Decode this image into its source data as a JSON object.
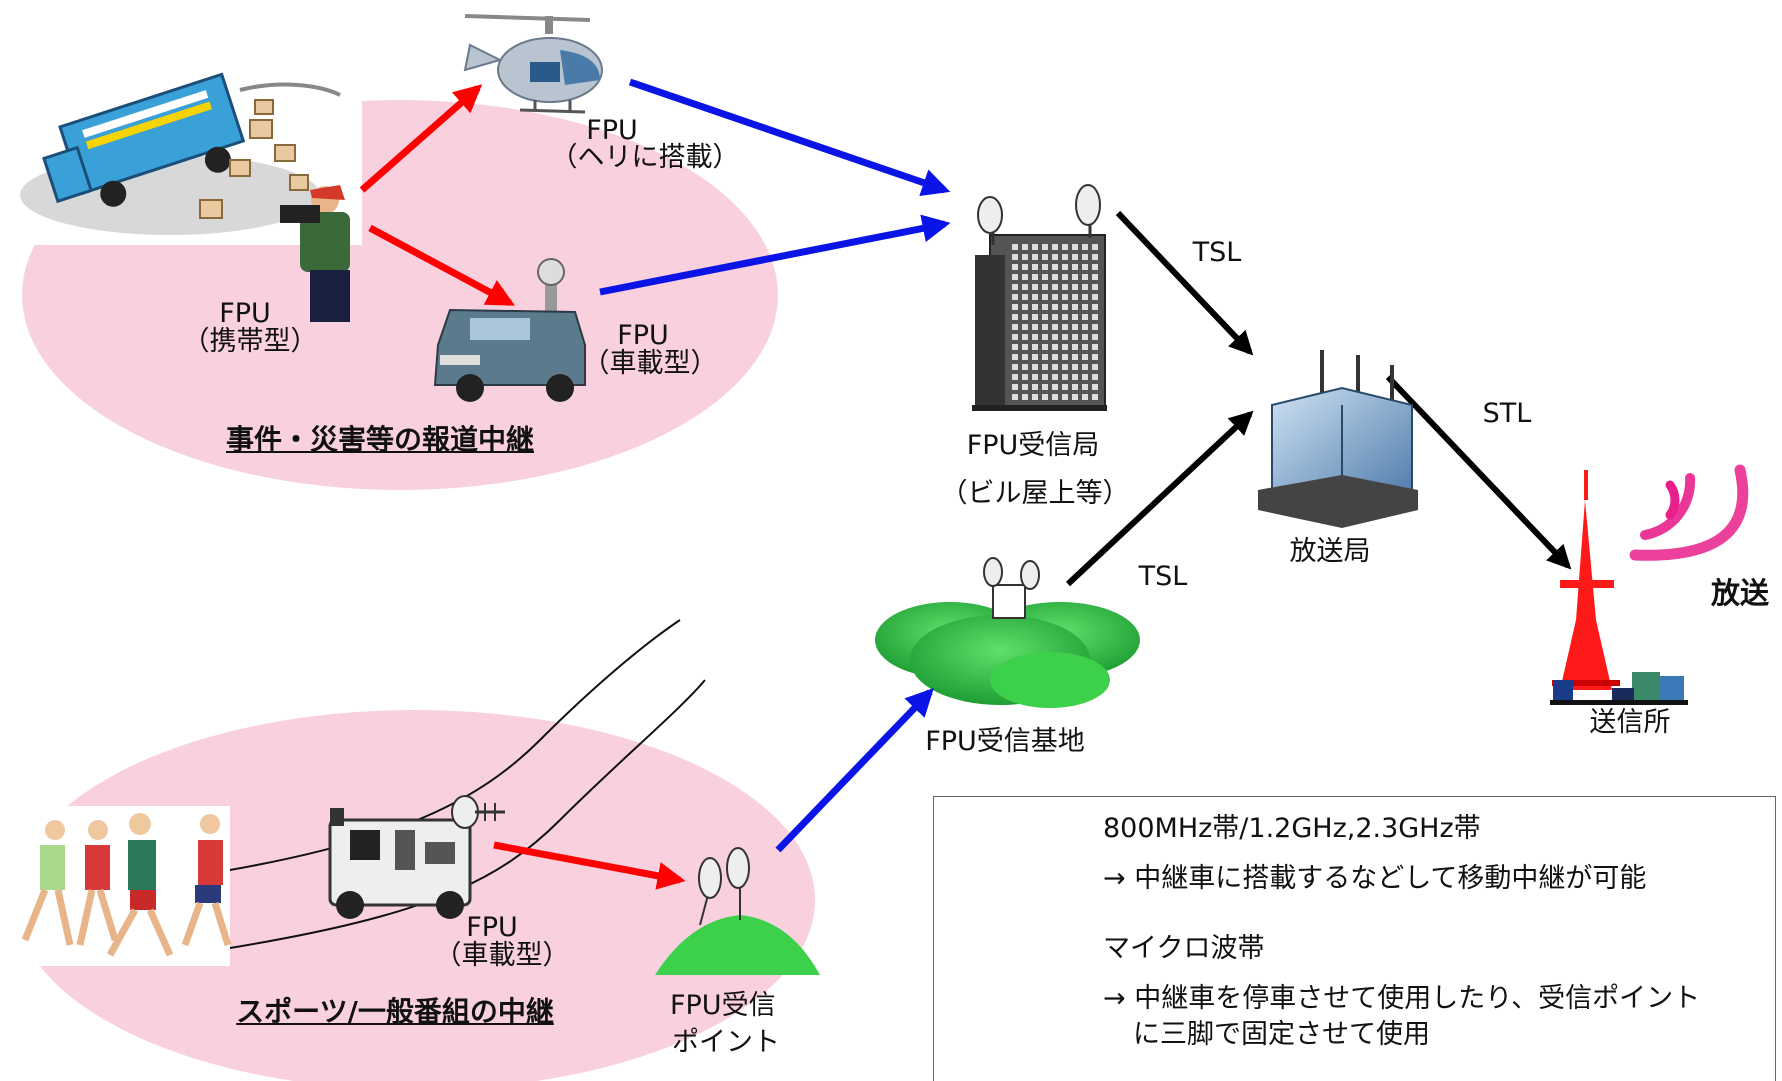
{
  "labels": {
    "fpu_heli_line1": "FPU",
    "fpu_heli_line2": "（ヘリに搭載）",
    "fpu_portable_line1": "FPU",
    "fpu_portable_line2": "（携帯型）",
    "fpu_vehicle_top_line1": "FPU",
    "fpu_vehicle_top_line2": "（車載型）",
    "incident_relay": "事件・災害等の報道中継",
    "fpu_receiving_station_line1": "FPU受信局",
    "fpu_receiving_station_line2": "（ビル屋上等）",
    "tsl_upper": "TSL",
    "tsl_lower": "TSL",
    "stl": "STL",
    "broadcast_station": "放送局",
    "broadcast": "放送",
    "transmitting_station": "送信所",
    "fpu_receiving_base": "FPU受信基地",
    "fpu_vehicle_bottom_line1": "FPU",
    "fpu_vehicle_bottom_line2": "（車載型）",
    "sports_relay": "スポーツ/一般番組の中継",
    "fpu_receiving_point_line1": "FPU受信",
    "fpu_receiving_point_line2": "ポイント"
  },
  "legend": {
    "red_band": "800MHz帯/1.2GHz,2.3GHz帯",
    "red_desc": "→ 中継車に搭載するなどして移動中継が可能",
    "blue_band": "マイクロ波帯",
    "blue_desc_line1": "→ 中継車を停車させて使用したり、受信ポイント",
    "blue_desc_line2": "に三脚で固定させて使用"
  },
  "colors": {
    "uhf_arrow": "#ff0000",
    "microwave_arrow": "#0a14e6",
    "link_arrow": "#000000",
    "zone_fill": "#f9d0de",
    "broadcast_waves": "#e8208c",
    "tower": "#ff1a1a",
    "hill": "#34c24a"
  }
}
